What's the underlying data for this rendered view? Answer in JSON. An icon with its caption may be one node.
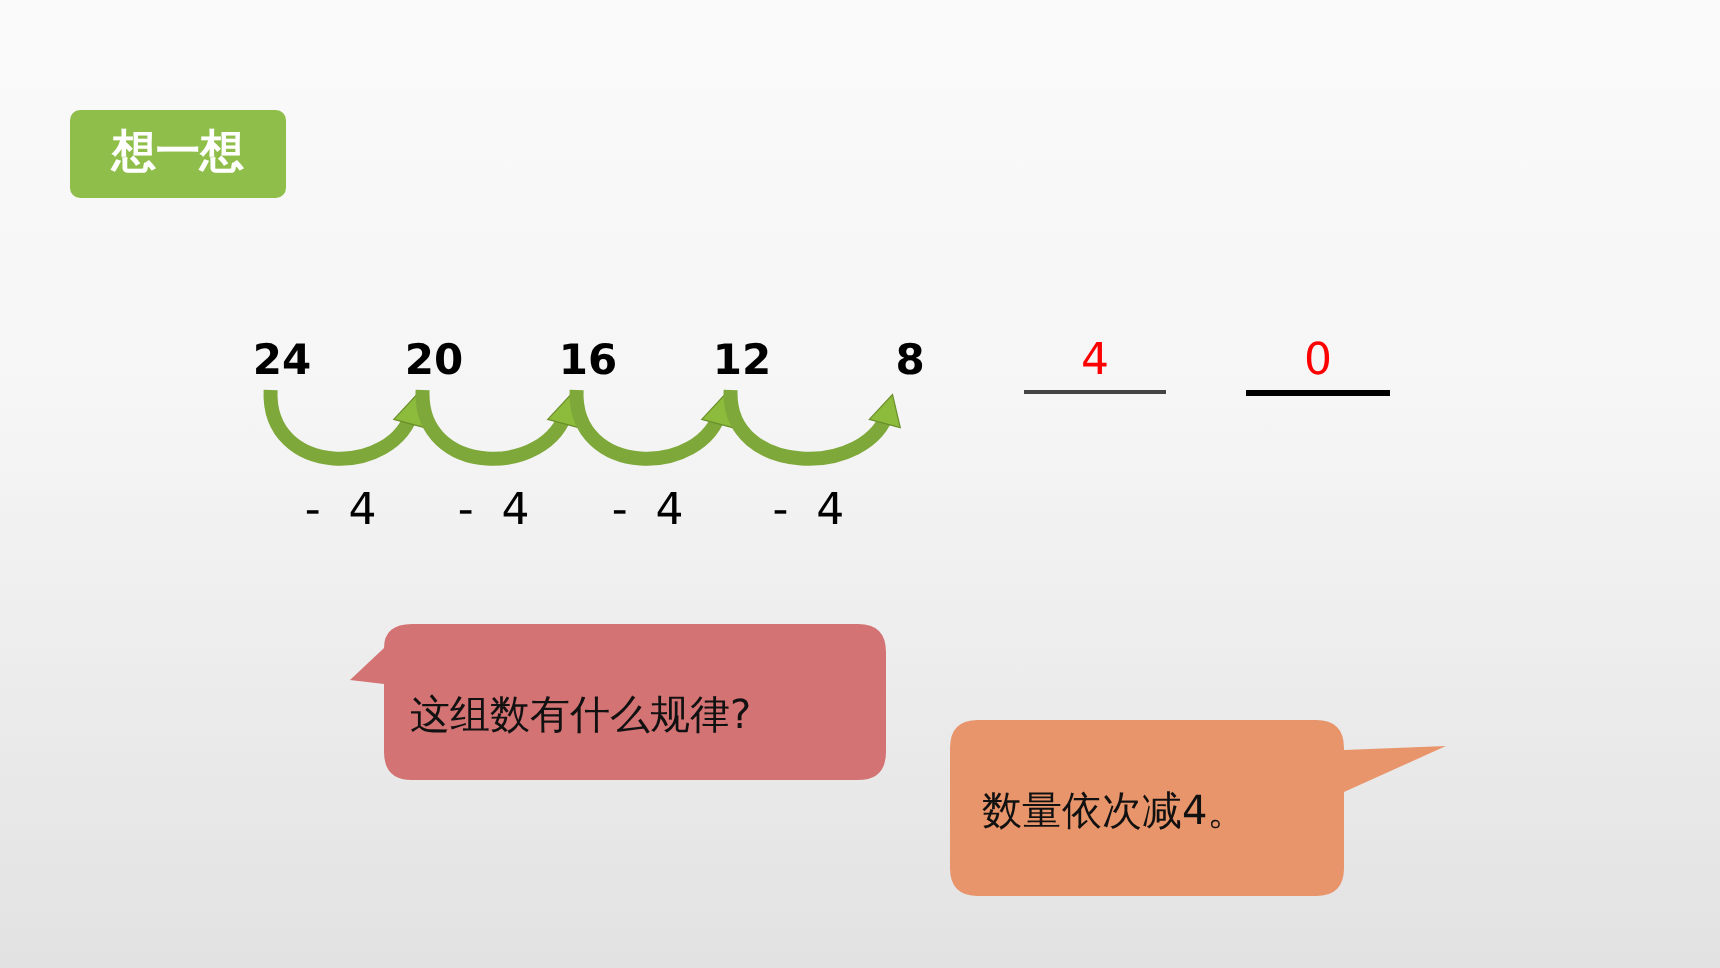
{
  "diagram": {
    "title": "想一想",
    "nodes": [
      {
        "text": [
          "24"
        ]
      },
      {
        "text": [
          "20"
        ]
      },
      {
        "text": [
          "16"
        ]
      },
      {
        "text": [
          "12"
        ]
      },
      {
        "text": [
          "8"
        ]
      },
      {
        "text": [
          "4"
        ]
      },
      {
        "text": [
          "0"
        ]
      },
      {
        "text": [
          "这组数有什么规律?"
        ]
      },
      {
        "text": [
          "数量依次减4。"
        ]
      }
    ],
    "edges": [
      {
        "from": 0,
        "to": 1,
        "arrow": "to",
        "label": "-  4"
      },
      {
        "from": 1,
        "to": 2,
        "arrow": "to",
        "label": "-  4"
      },
      {
        "from": 2,
        "to": 3,
        "arrow": "to",
        "label": "-  4"
      },
      {
        "from": 3,
        "to": 4,
        "arrow": "to",
        "label": "-  4"
      }
    ]
  }
}
